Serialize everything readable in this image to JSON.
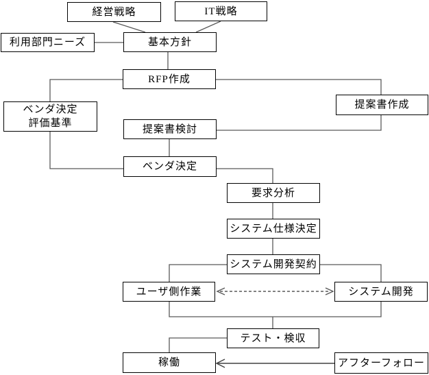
{
  "diagram": {
    "type": "flowchart",
    "language": "ja",
    "colors": {
      "background": "#ffffff",
      "box_fill": "#ffffff",
      "box_border": "#000000",
      "connector": "#595959",
      "text": "#000000"
    },
    "nodes": {
      "management_strategy": {
        "label": "経営戦略"
      },
      "it_strategy": {
        "label": "IT戦略"
      },
      "user_dept_needs": {
        "label": "利用部門ニーズ"
      },
      "basic_policy": {
        "label": "基本方針"
      },
      "rfp_creation": {
        "label": "RFP作成"
      },
      "vendor_criteria": {
        "label": "ベンダ決定\n評価基準"
      },
      "proposal_creation": {
        "label": "提案書作成"
      },
      "proposal_review": {
        "label": "提案書検討"
      },
      "vendor_decision": {
        "label": "ベンダ決定"
      },
      "requirements_analysis": {
        "label": "要求分析"
      },
      "system_spec_decision": {
        "label": "システム仕様決定"
      },
      "system_dev_contract": {
        "label": "システム開発契約"
      },
      "user_side_work": {
        "label": "ユーザ側作業"
      },
      "system_development": {
        "label": "システム開発"
      },
      "test_acceptance": {
        "label": "テスト・検収"
      },
      "operation": {
        "label": "稼働"
      },
      "after_follow": {
        "label": "アフターフォロー"
      }
    },
    "edges": [
      {
        "from": "management_strategy",
        "to": "basic_policy",
        "style": "solid-diagonal"
      },
      {
        "from": "it_strategy",
        "to": "basic_policy",
        "style": "solid-diagonal"
      },
      {
        "from": "user_dept_needs",
        "to": "basic_policy",
        "style": "solid"
      },
      {
        "from": "basic_policy",
        "to": "rfp_creation",
        "style": "solid"
      },
      {
        "from": "rfp_creation",
        "to": "vendor_criteria",
        "style": "solid"
      },
      {
        "from": "vendor_criteria",
        "to": "vendor_decision",
        "style": "solid"
      },
      {
        "from": "rfp_creation",
        "to": "proposal_creation",
        "style": "solid"
      },
      {
        "from": "proposal_creation",
        "to": "proposal_review",
        "style": "solid"
      },
      {
        "from": "proposal_review",
        "to": "vendor_decision",
        "style": "solid"
      },
      {
        "from": "vendor_decision",
        "to": "requirements_analysis",
        "style": "solid"
      },
      {
        "from": "requirements_analysis",
        "to": "system_spec_decision",
        "style": "solid"
      },
      {
        "from": "system_spec_decision",
        "to": "system_dev_contract",
        "style": "solid"
      },
      {
        "from": "system_dev_contract",
        "to": "user_side_work",
        "style": "solid"
      },
      {
        "from": "system_dev_contract",
        "to": "system_development",
        "style": "solid"
      },
      {
        "from": "user_side_work",
        "to": "system_development",
        "style": "dashed-double-arrow"
      },
      {
        "from": "user_side_work",
        "to": "test_acceptance",
        "style": "solid"
      },
      {
        "from": "system_development",
        "to": "test_acceptance",
        "style": "solid"
      },
      {
        "from": "test_acceptance",
        "to": "operation",
        "style": "solid"
      },
      {
        "from": "after_follow",
        "to": "operation",
        "style": "solid-arrow"
      }
    ]
  }
}
